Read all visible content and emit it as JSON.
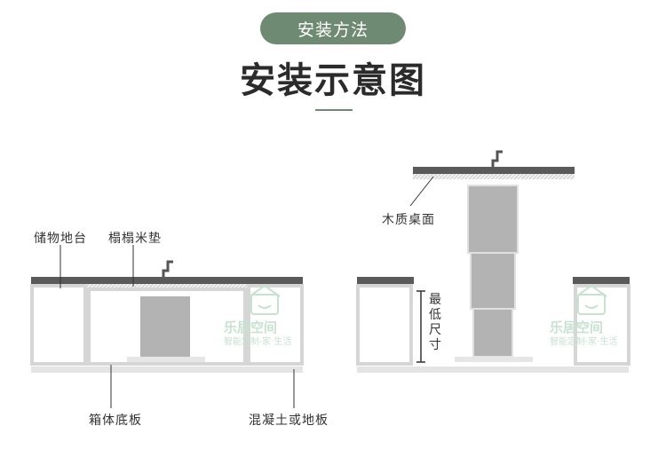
{
  "header": {
    "pill_label": "安装方法",
    "title": "安装示意图"
  },
  "left_diagram": {
    "label_storage": "储物地台",
    "label_tatami": "榻榻米垫",
    "label_box_bottom": "箱体底板",
    "label_floor": "混凝土或地板"
  },
  "right_diagram": {
    "label_desktop": "木质桌面",
    "label_min_size": "最低尺寸"
  },
  "watermark": {
    "brand": "乐居空间",
    "slogan": "智能定制·家·生活"
  },
  "colors": {
    "accent": "#6f8a72",
    "top_board": "#5a5a5a",
    "lift_column": "#b3b3b3",
    "cabinet_line": "#d6d6d6",
    "watermark": "#c7e2cf"
  }
}
